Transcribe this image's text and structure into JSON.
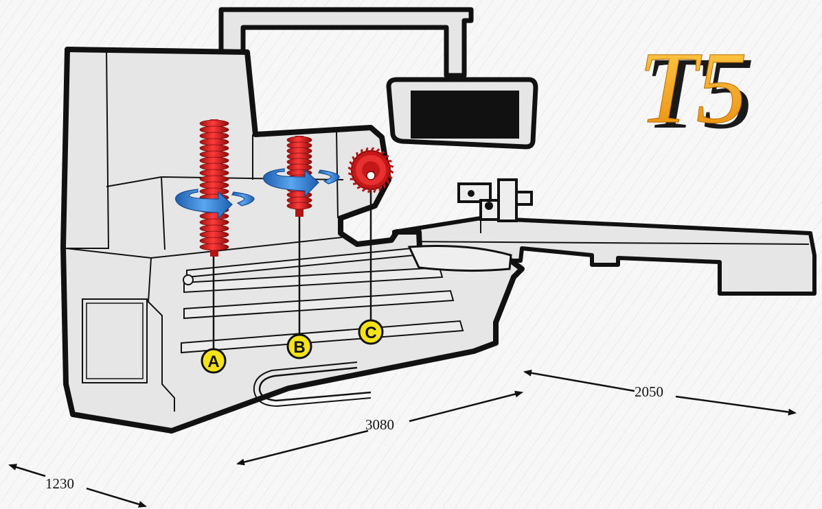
{
  "logo": {
    "text": "T5",
    "color": "#f0a81e",
    "shadow_color": "#1a1a1a"
  },
  "callouts": {
    "a": {
      "label": "A",
      "color": "#f5e31a"
    },
    "b": {
      "label": "B",
      "color": "#f5e31a"
    },
    "c": {
      "label": "C",
      "color": "#f5e31a"
    }
  },
  "dimensions": {
    "width": "1230",
    "length_base": "3080",
    "length_table": "2050"
  },
  "colors": {
    "machine_fill": "#e6e6e6",
    "outline": "#111111",
    "spindle": "#d61f1f",
    "arrow": "#2f7fd4"
  },
  "icons": {
    "spindle_a": "cutter-spindle-icon",
    "spindle_b": "cutter-spindle-icon",
    "saw_c": "saw-blade-icon",
    "rotation": "rotation-arrow-icon"
  }
}
